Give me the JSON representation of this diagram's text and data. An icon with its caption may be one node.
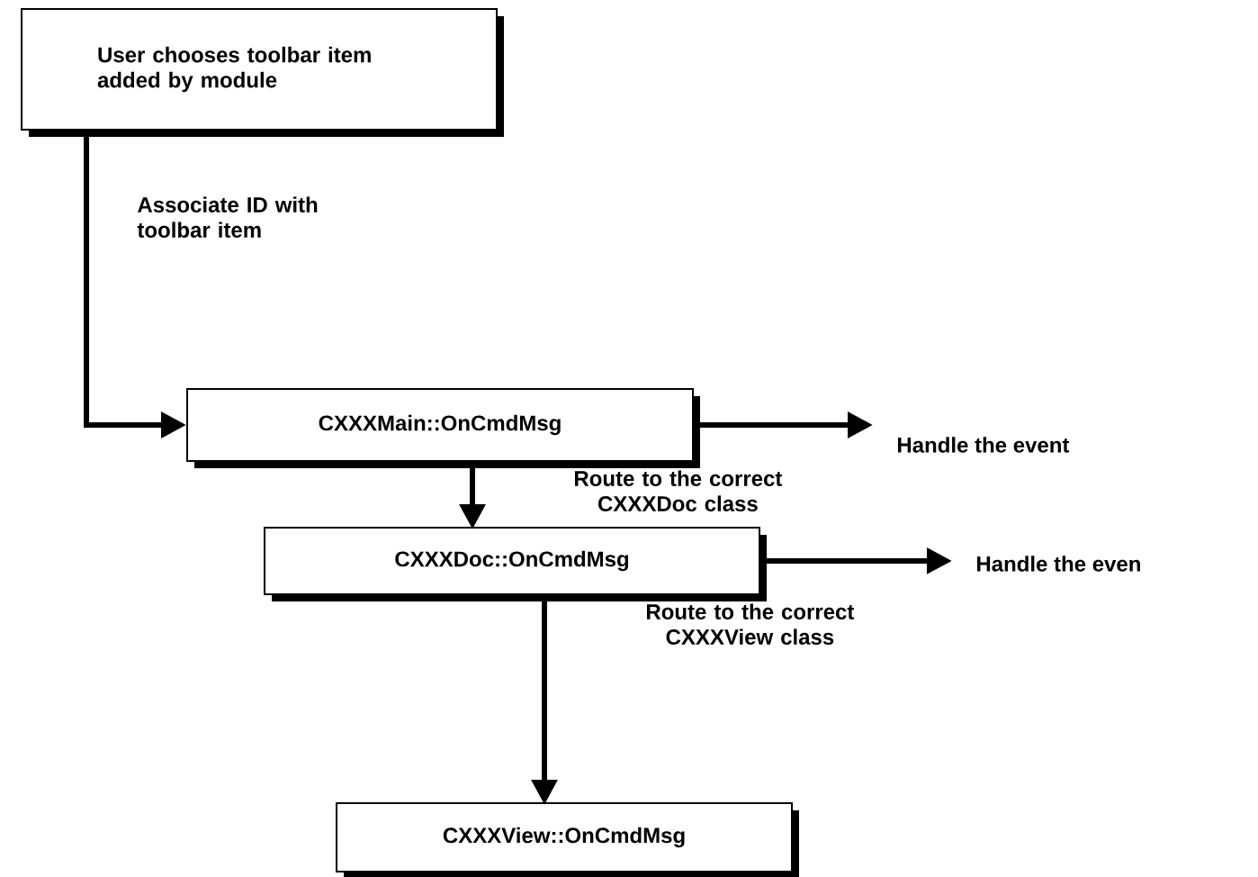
{
  "diagram": {
    "nodes": [
      {
        "text": [
          "User chooses toolbar item added by module"
        ]
      },
      {
        "text": [
          "CXXXMain::OnCmdMsg"
        ]
      },
      {
        "text": [
          "Handle the event"
        ]
      },
      {
        "text": [
          "CXXXDoc::OnCmdMsg"
        ]
      },
      {
        "text": [
          "Handle the even"
        ]
      },
      {
        "text": [
          "CXXXView::OnCmdMsg"
        ]
      }
    ],
    "edges": [
      {
        "from": 0,
        "to": 1,
        "arrow": "to",
        "label": "Associate ID with toolbar item"
      },
      {
        "from": 1,
        "to": 2,
        "arrow": "to"
      },
      {
        "from": 1,
        "to": 3,
        "arrow": "to",
        "label": "Route to the correct CXXXDoc class"
      },
      {
        "from": 3,
        "to": 4,
        "arrow": "to"
      },
      {
        "from": 3,
        "to": 5,
        "arrow": "to",
        "label": "Route to the correct CXXXView class"
      }
    ]
  }
}
